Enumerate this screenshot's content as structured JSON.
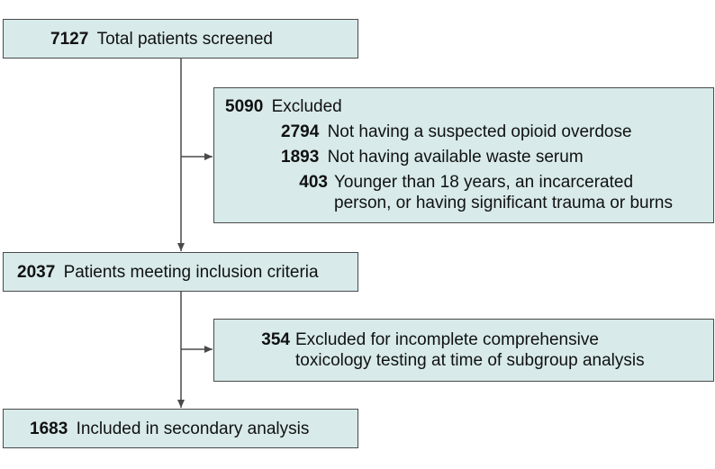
{
  "boxes": {
    "screened": {
      "count": "7127",
      "label": "Total patients screened"
    },
    "excluded1": {
      "count": "5090",
      "label": "Excluded",
      "reasons": [
        {
          "count": "2794",
          "label": "Not having a suspected opioid overdose"
        },
        {
          "count": "1893",
          "label": "Not having available waste serum"
        },
        {
          "count": "403",
          "label_line1": "Younger than 18 years, an incarcerated",
          "label_line2": "person, or having significant trauma or burns"
        }
      ]
    },
    "inclusion": {
      "count": "2037",
      "label": "Patients meeting inclusion criteria"
    },
    "excluded2": {
      "count": "354",
      "label_line1": "Excluded for incomplete comprehensive",
      "label_line2": "toxicology testing at time of subgroup analysis"
    },
    "included": {
      "count": "1683",
      "label": "Included in secondary analysis"
    }
  },
  "colors": {
    "box_fill": "#d8eaea",
    "box_border": "#4a4a4a",
    "arrow": "#4a4a4a"
  }
}
